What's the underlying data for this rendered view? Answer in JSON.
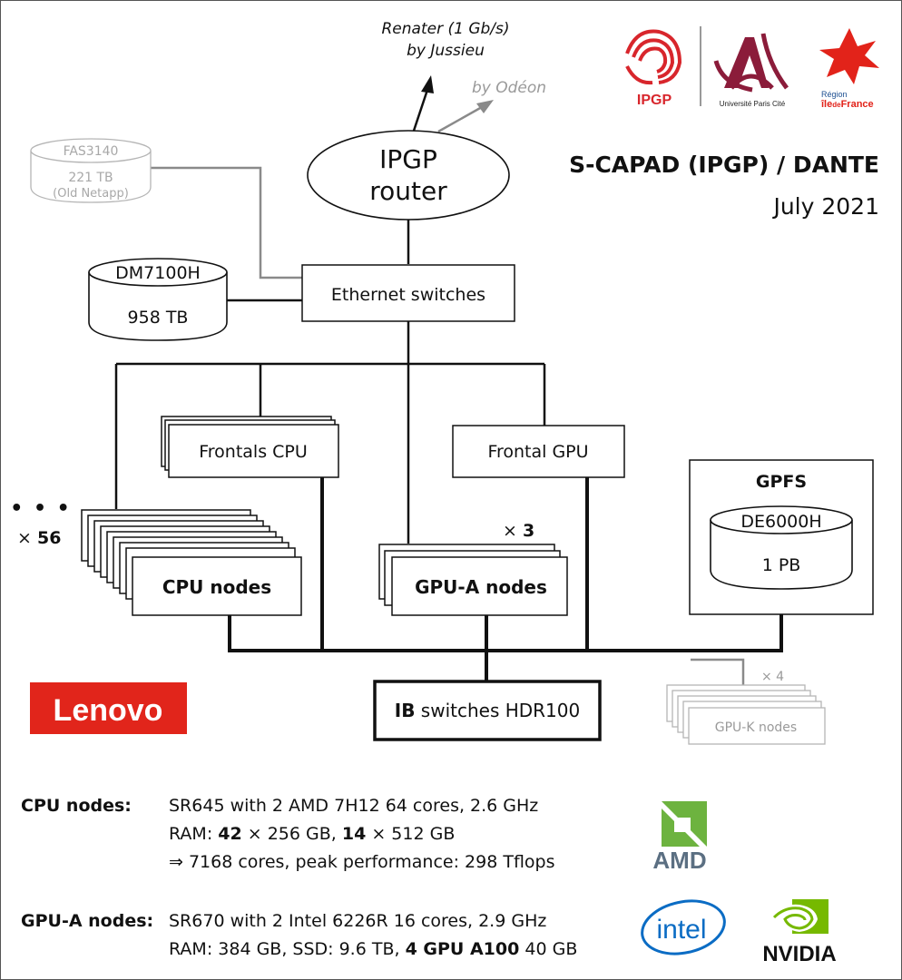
{
  "header": {
    "title": "S-CAPAD (IPGP) / DANTE",
    "date": "July 2021"
  },
  "logos": {
    "ipgp": "IPGP",
    "upc": "Université Paris Cité",
    "region_top": "Région",
    "region_ile": "île",
    "region_de": "de",
    "region_france": "France",
    "lenovo": "Lenovo",
    "amd": "AMD",
    "intel": "intel",
    "nvidia": "NVIDIA",
    "colors": {
      "ipgp_red": "#d8262c",
      "upc_maroon": "#8b1c3a",
      "region_red": "#e2231a",
      "lenovo_red": "#e1251b",
      "amd_green": "#6db33f",
      "amd_gray": "#5b6f82",
      "intel_blue": "#0b6cc4",
      "nvidia_green": "#76b900"
    }
  },
  "network": {
    "renater_line1": "Renater (1 Gb/s)",
    "renater_line2": "by Jussieu",
    "odeon": "by Odéon",
    "router_line1": "IPGP",
    "router_line2": "router",
    "ethernet": "Ethernet switches"
  },
  "storage": {
    "fas_name": "FAS3140",
    "fas_size": "221 TB",
    "fas_note": "(Old Netapp)",
    "dm_name": "DM7100H",
    "dm_size": "958 TB",
    "gpfs_label": "GPFS",
    "de_name": "DE6000H",
    "de_size": "1 PB"
  },
  "nodes": {
    "frontals_cpu": "Frontals CPU",
    "frontal_gpu": "Frontal GPU",
    "cpu_nodes": "CPU nodes",
    "cpu_dots": "• • •",
    "cpu_count_sym": "×",
    "cpu_count_num": "56",
    "gpua_nodes": "GPU-A nodes",
    "gpua_count_sym": "×",
    "gpua_count_num": "3",
    "ib_bold": "IB",
    "ib_rest": " switches HDR100",
    "gpuk_nodes": "GPU-K nodes",
    "gpuk_count": "× 4"
  },
  "specs": {
    "cpu_label": "CPU nodes:",
    "cpu_line1": "SR645 with 2 AMD 7H12 64 cores, 2.6 GHz",
    "cpu_line2_a": "RAM: ",
    "cpu_line2_b": "42",
    "cpu_line2_c": " × 256 GB, ",
    "cpu_line2_d": "14",
    "cpu_line2_e": " × 512 GB",
    "cpu_line3": "⇒ 7168 cores, peak performance: 298 Tflops",
    "gpu_label": "GPU-A nodes:",
    "gpu_line1": "SR670 with 2 Intel 6226R 16 cores, 2.9 GHz",
    "gpu_line2_a": "RAM: 384 GB, SSD: 9.6 TB, ",
    "gpu_line2_b": "4 GPU A100",
    "gpu_line2_c": " 40 GB"
  }
}
